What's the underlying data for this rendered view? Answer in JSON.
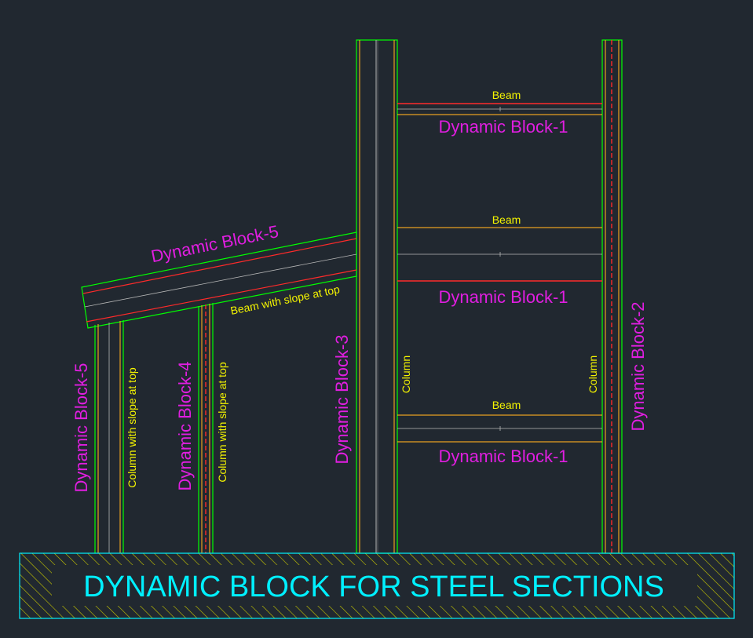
{
  "title": "DYNAMIC BLOCK FOR STEEL SECTIONS",
  "labels": {
    "block1_a": "Dynamic Block-1",
    "block1_b": "Dynamic Block-1",
    "block1_c": "Dynamic Block-1",
    "block2": "Dynamic Block-2",
    "block3": "Dynamic Block-3",
    "block4": "Dynamic Block-4",
    "block5_col": "Dynamic Block-5",
    "block5_beam": "Dynamic Block-5",
    "beam_a": "Beam",
    "beam_b": "Beam",
    "beam_c": "Beam",
    "column_a": "Column",
    "column_b": "Column",
    "col_slope_a": "Column with slope at top",
    "col_slope_b": "Column with slope at top",
    "beam_slope": "Beam with slope at top"
  },
  "colors": {
    "background": "#212830",
    "outline": "#00ff00",
    "flange": "#ff2a2a",
    "web": "#e8a020",
    "center_line": "#b8b8b8",
    "block_label": "#e01ee0",
    "member_label": "#f4f400",
    "title": "#00f0ff",
    "hatch": "#c8c800"
  }
}
